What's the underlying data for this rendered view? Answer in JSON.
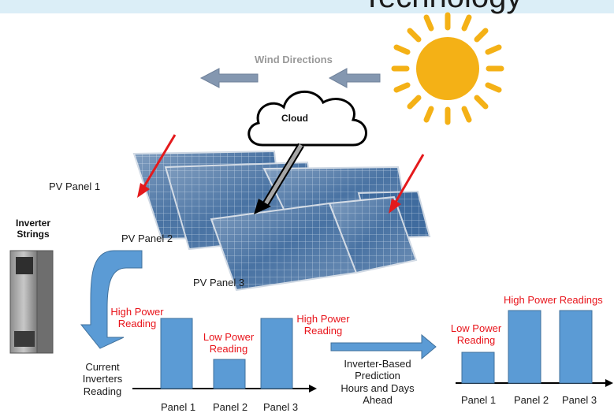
{
  "header_text": "Technology",
  "colors": {
    "banner": "#dbeef7",
    "sun": "#f4b116",
    "arrow_blue": "#5b9bd5",
    "arrow_gray": "#8497b0",
    "panel_blue": "#4472a8",
    "red_arrow": "#e41a1c",
    "red_text": "#e8141b"
  },
  "labels": {
    "wind_directions": "Wind Directions",
    "cloud": "Cloud",
    "pv_panel_1": "PV Panel 1",
    "pv_panel_2": "PV Panel 2",
    "pv_panel_3": "PV Panel 3",
    "inverter_strings": [
      "Inverter",
      "Strings"
    ],
    "current_reading": [
      "Current",
      "Inverters",
      "Reading"
    ],
    "prediction": [
      "Inverter-Based",
      "Prediction",
      "Hours and Days",
      "Ahead"
    ]
  },
  "current_chart": {
    "categories": [
      "Panel 1",
      "Panel 2",
      "Panel 3"
    ],
    "levels": [
      "high",
      "low",
      "high"
    ],
    "annotations": [
      [
        "High Power",
        "Reading"
      ],
      [
        "Low Power",
        "Reading"
      ],
      [
        "High Power",
        "Reading"
      ]
    ]
  },
  "prediction_chart": {
    "categories": [
      "Panel 1",
      "Panel 2",
      "Panel 3"
    ],
    "levels": [
      "low",
      "high",
      "high"
    ],
    "annotations": [
      [
        "Low Power",
        "Reading"
      ],
      [
        "High Power Readings"
      ]
    ]
  }
}
